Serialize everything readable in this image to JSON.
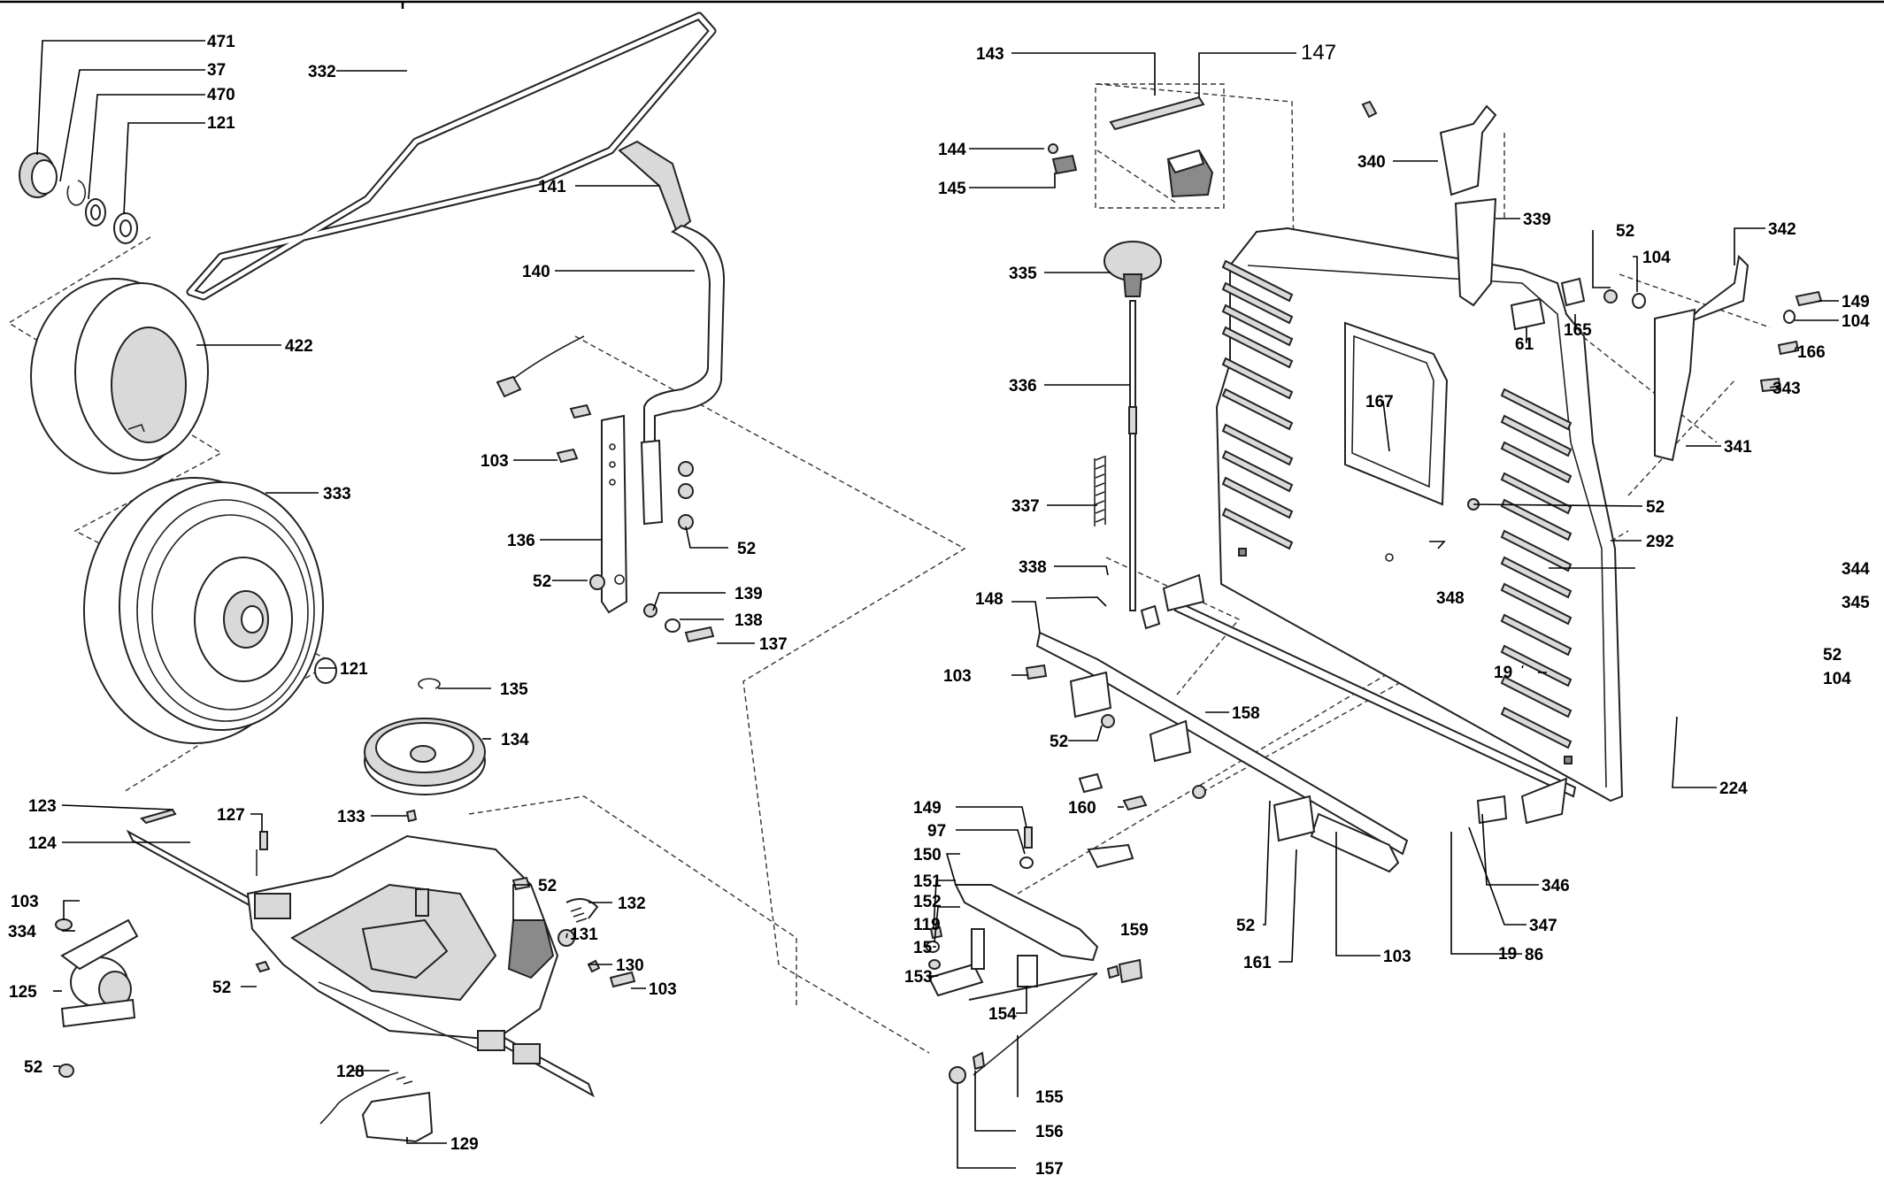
{
  "callouts": [
    {
      "id": "p471",
      "text": "471"
    },
    {
      "id": "p37",
      "text": "37"
    },
    {
      "id": "p470",
      "text": "470"
    },
    {
      "id": "p121a",
      "text": "121"
    },
    {
      "id": "p332",
      "text": "332"
    },
    {
      "id": "p141",
      "text": "141"
    },
    {
      "id": "p140",
      "text": "140"
    },
    {
      "id": "p422",
      "text": "422"
    },
    {
      "id": "p333",
      "text": "333"
    },
    {
      "id": "p103a",
      "text": "103"
    },
    {
      "id": "p136",
      "text": "136"
    },
    {
      "id": "p52a",
      "text": "52"
    },
    {
      "id": "p52b",
      "text": "52"
    },
    {
      "id": "p139",
      "text": "139"
    },
    {
      "id": "p138",
      "text": "138"
    },
    {
      "id": "p137",
      "text": "137"
    },
    {
      "id": "p121b",
      "text": "121"
    },
    {
      "id": "p135",
      "text": "135"
    },
    {
      "id": "p134",
      "text": "134"
    },
    {
      "id": "p123",
      "text": "123"
    },
    {
      "id": "p127",
      "text": "127"
    },
    {
      "id": "p133",
      "text": "133"
    },
    {
      "id": "p124",
      "text": "124"
    },
    {
      "id": "p52c",
      "text": "52"
    },
    {
      "id": "p132",
      "text": "132"
    },
    {
      "id": "p103b",
      "text": "103"
    },
    {
      "id": "p131",
      "text": "131"
    },
    {
      "id": "p334",
      "text": "334"
    },
    {
      "id": "p130",
      "text": "130"
    },
    {
      "id": "p103c",
      "text": "103"
    },
    {
      "id": "p125",
      "text": "125"
    },
    {
      "id": "p52d",
      "text": "52"
    },
    {
      "id": "p52e",
      "text": "52"
    },
    {
      "id": "p128",
      "text": "128"
    },
    {
      "id": "p129",
      "text": "129"
    },
    {
      "id": "p143",
      "text": "143"
    },
    {
      "id": "p147",
      "text": "147"
    },
    {
      "id": "p144",
      "text": "144"
    },
    {
      "id": "p145",
      "text": "145"
    },
    {
      "id": "p340",
      "text": "340"
    },
    {
      "id": "p339",
      "text": "339"
    },
    {
      "id": "p52f",
      "text": "52"
    },
    {
      "id": "p104a",
      "text": "104"
    },
    {
      "id": "p342",
      "text": "342"
    },
    {
      "id": "p335",
      "text": "335"
    },
    {
      "id": "p149a",
      "text": "149"
    },
    {
      "id": "p104b",
      "text": "104"
    },
    {
      "id": "p165",
      "text": "165"
    },
    {
      "id": "p166",
      "text": "166"
    },
    {
      "id": "p61",
      "text": "61"
    },
    {
      "id": "p343",
      "text": "343"
    },
    {
      "id": "p336",
      "text": "336"
    },
    {
      "id": "p167",
      "text": "167"
    },
    {
      "id": "p341",
      "text": "341"
    },
    {
      "id": "p337",
      "text": "337"
    },
    {
      "id": "p52g",
      "text": "52"
    },
    {
      "id": "p292",
      "text": "292"
    },
    {
      "id": "p338",
      "text": "338"
    },
    {
      "id": "p344",
      "text": "344"
    },
    {
      "id": "p148",
      "text": "148"
    },
    {
      "id": "p348",
      "text": "348"
    },
    {
      "id": "p345",
      "text": "345"
    },
    {
      "id": "p19a",
      "text": "19"
    },
    {
      "id": "p103d",
      "text": "103"
    },
    {
      "id": "p52h",
      "text": "52"
    },
    {
      "id": "p104c",
      "text": "104"
    },
    {
      "id": "p52i",
      "text": "52"
    },
    {
      "id": "p158",
      "text": "158"
    },
    {
      "id": "p224",
      "text": "224"
    },
    {
      "id": "p160",
      "text": "160"
    },
    {
      "id": "p149b",
      "text": "149"
    },
    {
      "id": "p97",
      "text": "97"
    },
    {
      "id": "p346",
      "text": "346"
    },
    {
      "id": "p150",
      "text": "150"
    },
    {
      "id": "p151",
      "text": "151"
    },
    {
      "id": "p52j",
      "text": "52"
    },
    {
      "id": "p347",
      "text": "347"
    },
    {
      "id": "p152",
      "text": "152"
    },
    {
      "id": "p159",
      "text": "159"
    },
    {
      "id": "p119",
      "text": "119"
    },
    {
      "id": "p86",
      "text": "86"
    },
    {
      "id": "p15",
      "text": "15"
    },
    {
      "id": "p103e",
      "text": "103"
    },
    {
      "id": "p161",
      "text": "161"
    },
    {
      "id": "p19b",
      "text": "19"
    },
    {
      "id": "p153",
      "text": "153"
    },
    {
      "id": "p154",
      "text": "154"
    },
    {
      "id": "p155",
      "text": "155"
    },
    {
      "id": "p156",
      "text": "156"
    },
    {
      "id": "p157",
      "text": "157"
    }
  ]
}
